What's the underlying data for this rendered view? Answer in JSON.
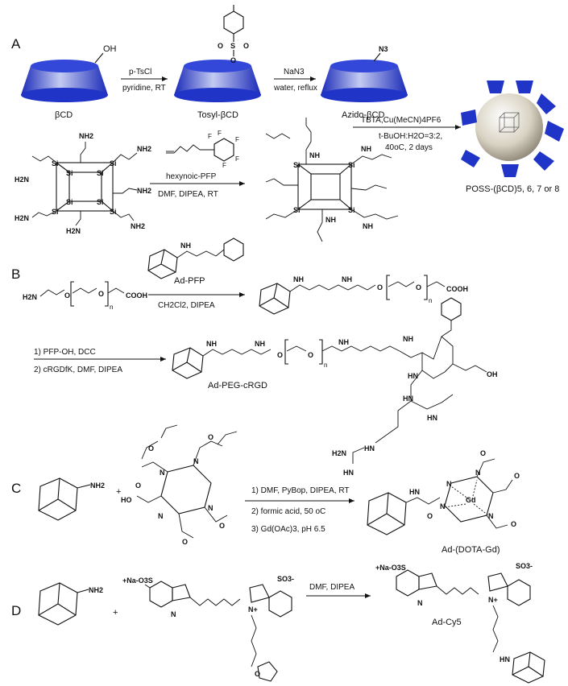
{
  "panels": [
    "A",
    "B",
    "C",
    "D"
  ],
  "colors": {
    "cd_blue": "#2a3fd6",
    "cd_light": "#c4cbf2",
    "sphere": "#d8d2c2"
  },
  "A": {
    "oh": "OH",
    "o": "O",
    "s": "S",
    "n3": "N3",
    "bcd": "βCD",
    "tosyl": "Tosyl-βCD",
    "azido": "Azido-βCD",
    "r1_top": "p-TsCl",
    "r1_bot": "pyridine, RT",
    "r2_top": "NaN3",
    "r2_bot": "water, reflux",
    "r3_top": "TBTA,Cu(MeCN)4PF6",
    "r3_mid": "t-BuOH:H2O=3:2,",
    "r3_bot": "40oC, 2 days",
    "r4_top": "hexynoic-PFP",
    "r4_bot": "DMF, DIPEA, RT",
    "product": "POSS-(βCD)5, 6, 7 or 8",
    "nh2": "NH2",
    "h2n": "H2N",
    "si": "Si",
    "nh": "NH",
    "f": "F"
  },
  "B": {
    "reactant": "H2N",
    "cooh": "COOH",
    "n": "n",
    "adpfp": "Ad-PFP",
    "r1": "CH2Cl2, DIPEA",
    "r2a": "1) PFP-OH, DCC",
    "r2b": "2)  cRGDfK, DMF, DIPEA",
    "product": "Ad-PEG-cRGD",
    "nh": "NH",
    "hn": "HN",
    "oh": "OH",
    "h2n": "H2N"
  },
  "C": {
    "nh2": "NH2",
    "plus": "+",
    "ho": "HO",
    "o": "O",
    "n": "N",
    "step1": "1) DMF, PyBop, DIPEA, RT",
    "step2": "2) formic acid, 50 oC",
    "step3": "3) Gd(OAc)3, pH 6.5",
    "gd": "Gd",
    "product": "Ad-(DOTA-Gd)"
  },
  "D": {
    "nh2": "NH2",
    "plus": "+",
    "so3na": "+Na-O3S",
    "so3": "SO3-",
    "n": "N",
    "nplus": "N+",
    "o": "O",
    "reagent": "DMF, DIPEA",
    "product": "Ad-Cy5",
    "hn": "HN"
  }
}
